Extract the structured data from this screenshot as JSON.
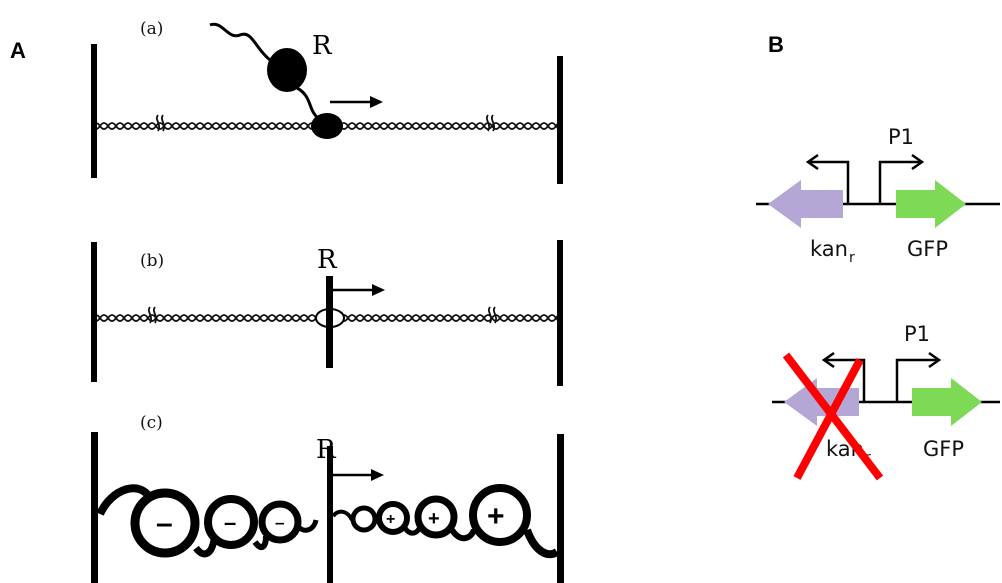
{
  "panel_a": {
    "letter": "A",
    "sub_a": "(a)",
    "sub_b": "(b)",
    "sub_c": "(c)",
    "protein_label": "R",
    "signs_negative": [
      "–",
      "–",
      "–"
    ],
    "signs_positive": [
      "+",
      "+",
      "+"
    ]
  },
  "panel_b": {
    "letter": "B",
    "promoter_label": "P1",
    "kan_label": "kan",
    "kan_subscript": "r",
    "gfp_label": "GFP",
    "colors": {
      "kan_arrow": "#b4a7d6",
      "gfp_arrow": "#7ed957",
      "cross": "#ff0000"
    }
  }
}
